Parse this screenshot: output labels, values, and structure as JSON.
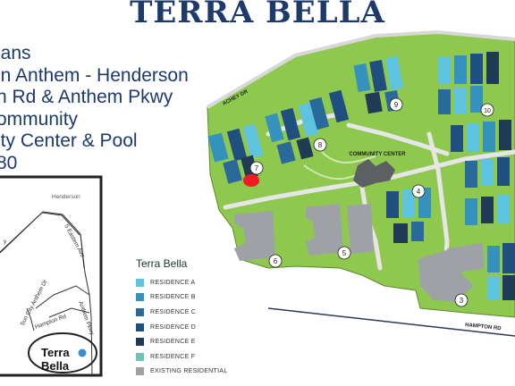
{
  "title": "TERRA BELLA",
  "info_lines": [
    "lans",
    "in Anthem - Henderson",
    "n Rd & Anthem Pkwy",
    "ommunity",
    "ity Center & Pool",
    "80"
  ],
  "inset_map": {
    "city_label": "Henderson",
    "roads": [
      "S Eastern Ave",
      "Sun City Anthem Dr",
      "Anthem Pkwy",
      "Hampton Rd"
    ],
    "partial_road_label": "y",
    "site_label_line1": "Terra",
    "site_label_line2": "Bella"
  },
  "site_plan": {
    "streets": [
      "ACHEY DR",
      "HAMPTON RD"
    ],
    "community_center": "COMMUNITY CENTER",
    "building_numbers": [
      "3",
      "4",
      "5",
      "6",
      "7",
      "8",
      "9",
      "10"
    ]
  },
  "legend": {
    "title": "Terra Bella",
    "items": [
      {
        "label": "RESIDENCE A",
        "color": "#5ec3de"
      },
      {
        "label": "RESIDENCE B",
        "color": "#3592bd"
      },
      {
        "label": "RESIDENCE C",
        "color": "#2a6a9a"
      },
      {
        "label": "RESIDENCE D",
        "color": "#1f4f7f"
      },
      {
        "label": "RESIDENCE E",
        "color": "#203b55"
      },
      {
        "label": "RESIDENCE F",
        "color": "#6fc4b2"
      },
      {
        "label": "EXISTING RESIDENTIAL",
        "color": "#9ea2a6"
      }
    ]
  },
  "colors": {
    "title": "#1d3a6b",
    "grass": "#8fc84f",
    "marker": "#ee1c24"
  }
}
